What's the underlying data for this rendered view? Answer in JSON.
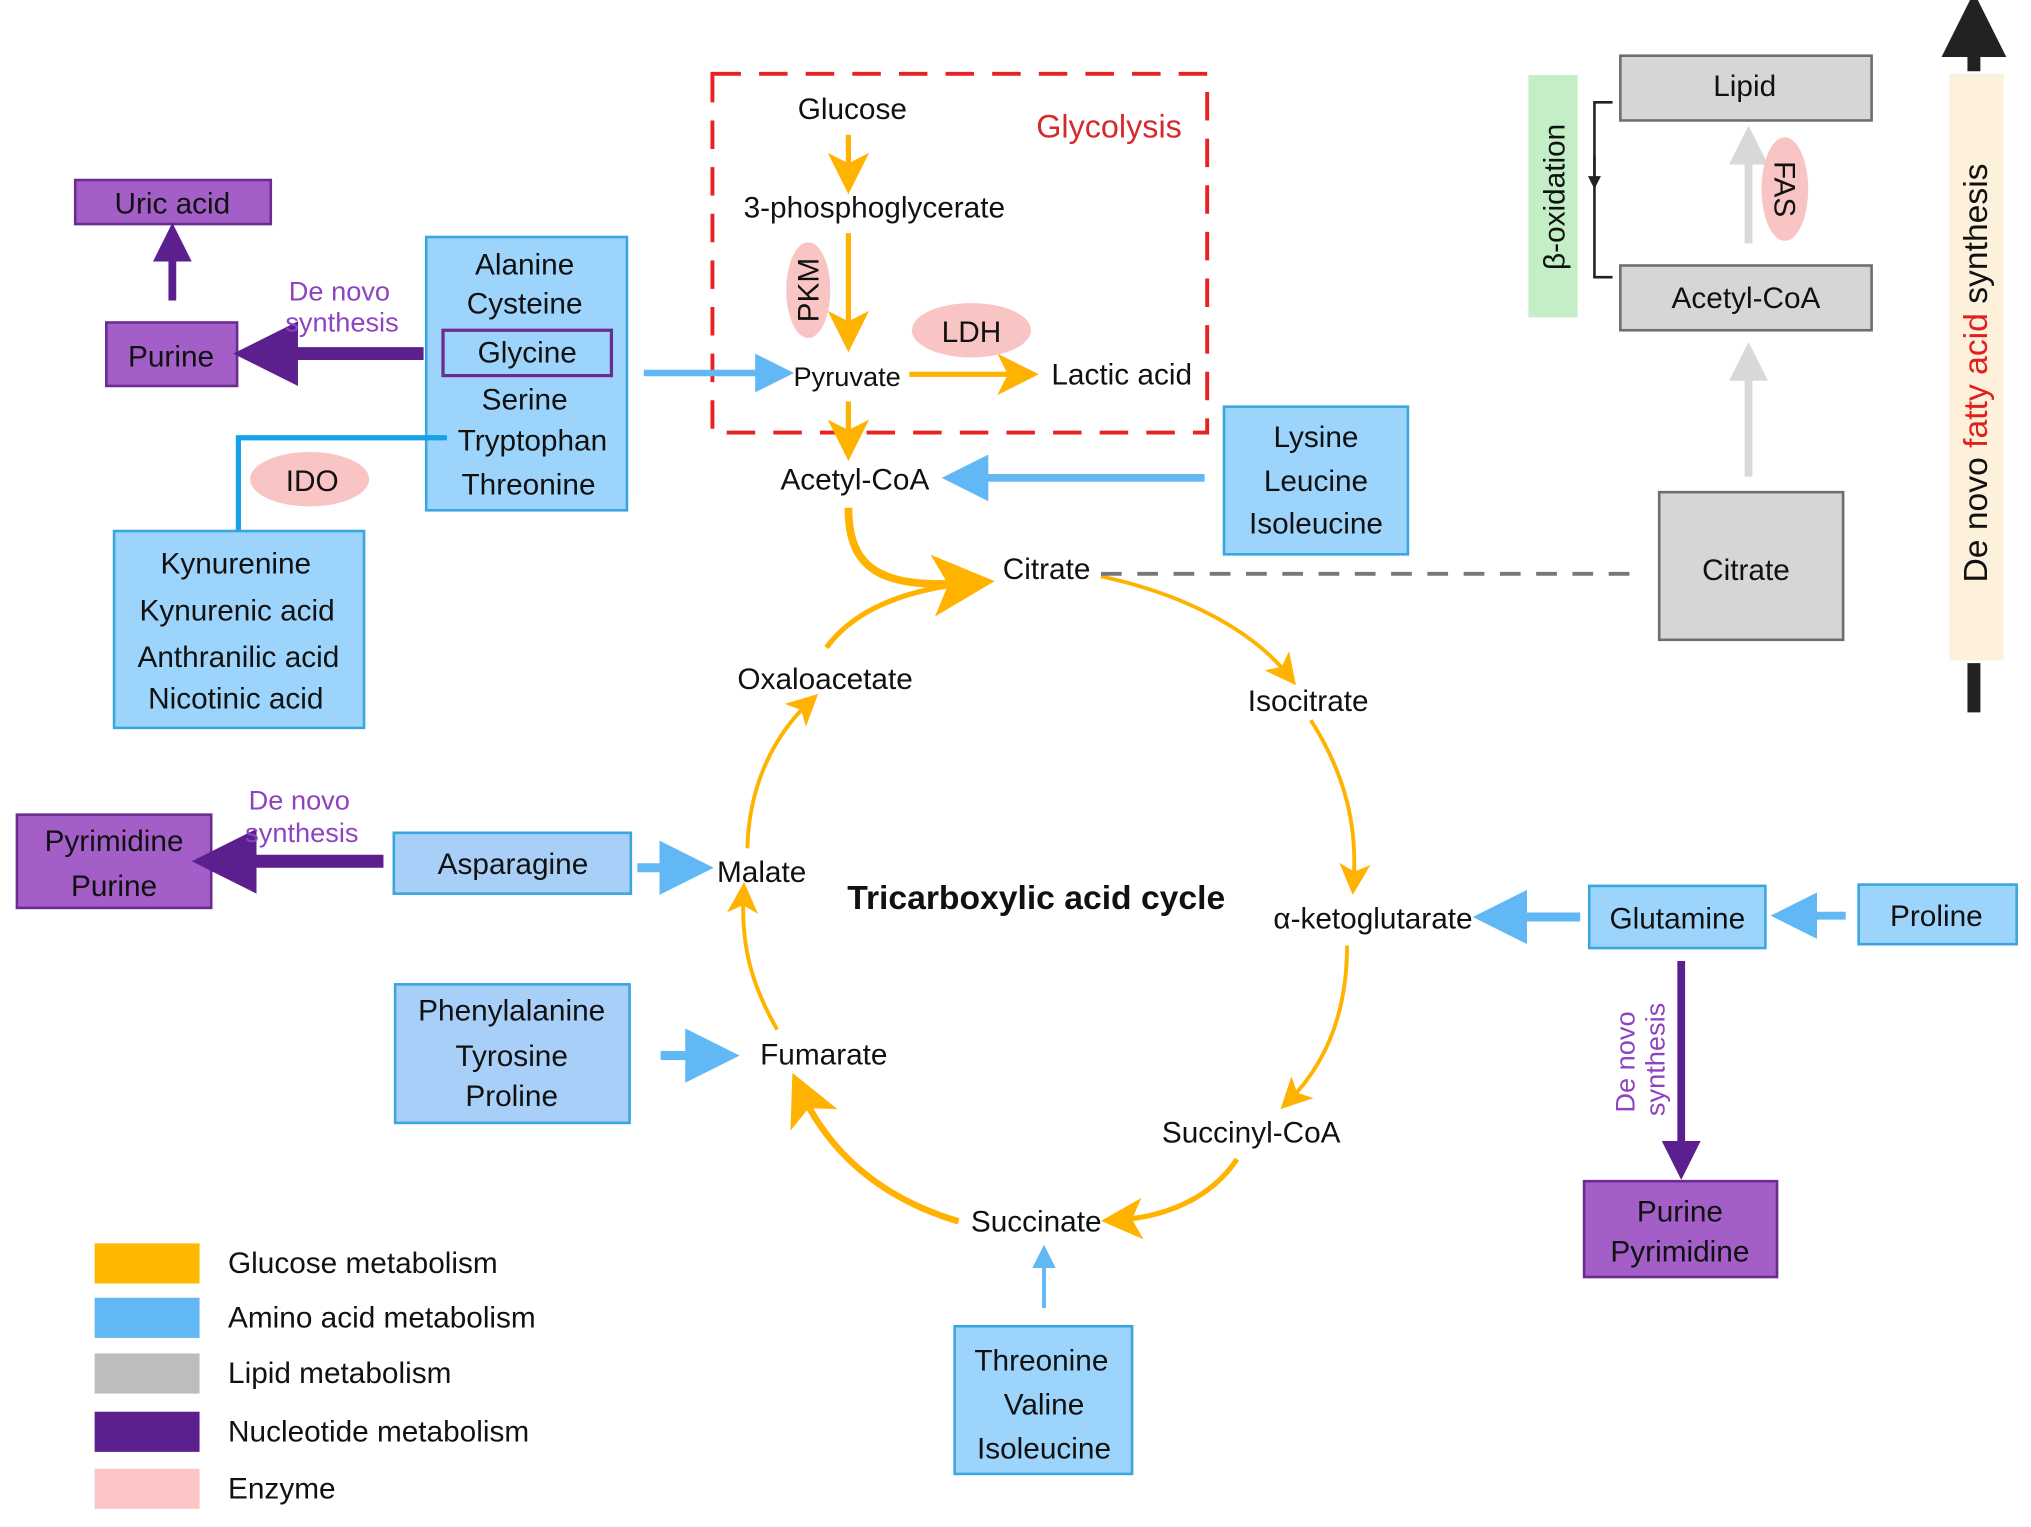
{
  "glycolysis": {
    "title": "Glycolysis",
    "glucose": "Glucose",
    "pg3": "3-phosphoglycerate",
    "pyruvate": "Pyruvate",
    "lactic": "Lactic acid",
    "pkm": "PKM",
    "ldh": "LDH"
  },
  "acetylcoa": "Acetyl-CoA",
  "tca": {
    "title": "Tricarboxylic acid cycle",
    "citrate": "Citrate",
    "isocitrate": "Isocitrate",
    "akg": "α-ketoglutarate",
    "succinylcoa": "Succinyl-CoA",
    "succinate": "Succinate",
    "fumarate": "Fumarate",
    "malate": "Malate",
    "oxaloacetate": "Oxaloacetate"
  },
  "amino_boxes": {
    "group1": [
      "Alanine",
      "Cysteine",
      "Glycine",
      "Serine",
      "Tryptophan",
      "Threonine"
    ],
    "kynurenine": [
      "Kynurenine",
      "Kynurenic acid",
      "Anthranilic acid",
      "Nicotinic acid"
    ],
    "lys": [
      "Lysine",
      "Leucine",
      "Isoleucine"
    ],
    "asparagine": "Asparagine",
    "phe": [
      "Phenylalanine",
      "Tyrosine",
      "Proline"
    ],
    "thr": [
      "Threonine",
      "Valine",
      "Isoleucine"
    ],
    "glutamine": "Glutamine",
    "proline": "Proline"
  },
  "enzymes": {
    "ido": "IDO",
    "fas": "FAS"
  },
  "nucleotide": {
    "uric": "Uric acid",
    "purine1": "Purine",
    "pyr_purine": [
      "Pyrimidine",
      "Purine"
    ],
    "purine_pyr": [
      "Purine",
      "Pyrimidine"
    ],
    "denovo1": "De novo",
    "denovo2": "synthesis"
  },
  "lipid": {
    "lipid": "Lipid",
    "acetylcoa": "Acetyl-CoA",
    "citrate": "Citrate",
    "beta": "β-oxidation",
    "side_1": "De novo ",
    "side_2": "fatty acid",
    "side_3": " synthesis"
  },
  "legend": [
    {
      "label": "Glucose metabolism",
      "color": "#ffb800"
    },
    {
      "label": "Amino acid metabolism",
      "color": "#62b8f5"
    },
    {
      "label": "Lipid metabolism",
      "color": "#bdbdbd"
    },
    {
      "label": "Nucleotide metabolism",
      "color": "#5b1f8e"
    },
    {
      "label": "Enzyme",
      "color": "#fcc6c6"
    }
  ],
  "colors": {
    "glucose": "#ffb300",
    "amino": "#62b8f5",
    "nucleotide": "#5b1f8e",
    "glycolysis_border": "#e82121",
    "lipid_arrow": "#d8d8d8"
  }
}
